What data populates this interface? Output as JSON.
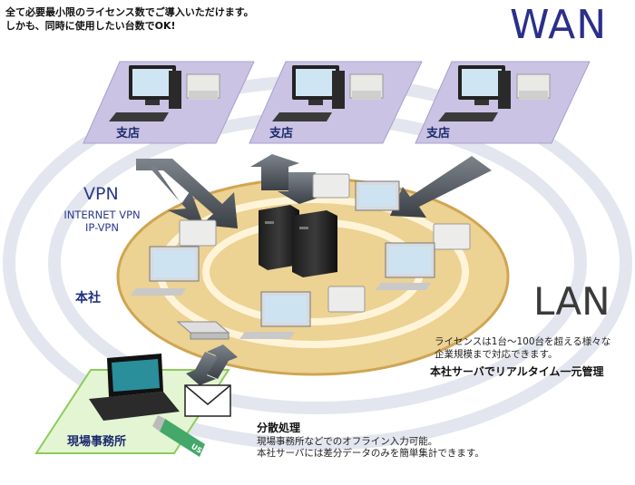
{
  "intro": {
    "line1": "全て必要最小限のライセンス数でご導入いただけます。",
    "line2": "しかも、同時に使用したい台数でOK!"
  },
  "wan_label": "WAN",
  "lan_label": "LAN",
  "vpn": {
    "title": "VPN",
    "line1": "INTERNET VPN",
    "line2": "IP-VPN"
  },
  "branches": [
    "支店",
    "支店",
    "支店"
  ],
  "honsha_label": "本社",
  "genba_label": "現場事務所",
  "license_note": {
    "line1": "ライセンスは1台～100台を超える様々な",
    "line2": "企業規模まで対応できます。",
    "headline": "本社サーバでリアルタイム一元管理"
  },
  "distributed": {
    "title": "分散処理",
    "line1": "現場事務所などでのオフライン入力可能。",
    "line2": "本社サーバには差分データのみを簡単集計できます。"
  },
  "usb_label": "USB",
  "colors": {
    "brand_blue": "#2b2f8a",
    "branch_platform": "#c9c2e2",
    "lan_ring": "#efd79a",
    "field_platform": "#d8f0c4",
    "arrow": "#4a4f55"
  }
}
